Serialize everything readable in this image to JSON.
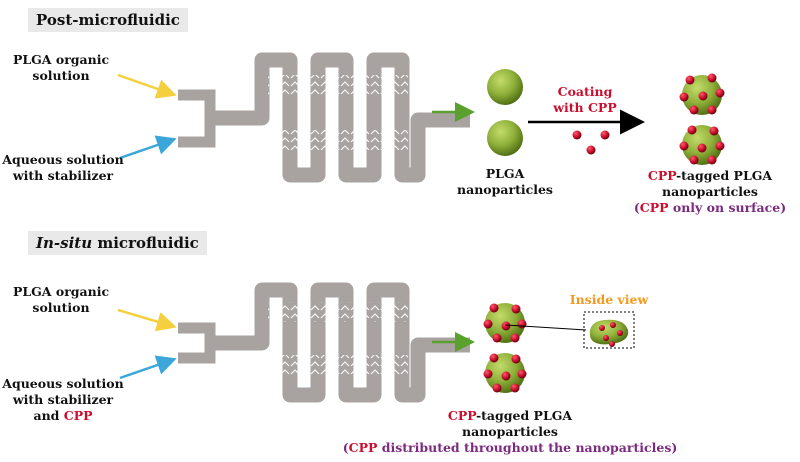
{
  "post": {
    "title": "Post-microfluidic",
    "input1": [
      "PLGA organic",
      "solution"
    ],
    "input2": [
      "Aqueous solution",
      "with stabilizer"
    ],
    "product": [
      "PLGA",
      "nanoparticles"
    ],
    "step": [
      "Coating",
      "with CPP"
    ],
    "result_cpp": "CPP",
    "result_rest": "-tagged PLGA",
    "result_line2": "nanoparticles",
    "note_open": "(",
    "note_cpp": "CPP",
    "note_rest": " only on surface)"
  },
  "insitu": {
    "title_ital": "In-situ",
    "title_rest": " microfluidic",
    "input1": [
      "PLGA organic",
      "solution"
    ],
    "input2_lines": [
      "Aqueous solution",
      "with stabilizer"
    ],
    "input2_and": "and ",
    "input2_cpp": "CPP",
    "inside_view": "Inside view",
    "result_cpp": "CPP",
    "result_rest": "-tagged PLGA",
    "result_line2": "nanoparticles",
    "note_open": "(",
    "note_cpp": "CPP",
    "note_rest": " distributed throughout the nanoparticles)"
  },
  "colors": {
    "arrow_top": "#f4d03f",
    "arrow_bottom": "#3ba7d8",
    "arrow_out": "#5aa02c",
    "channel": "#a8a3a1",
    "particle": "#8fb03a",
    "cpp": "#c8102e"
  }
}
